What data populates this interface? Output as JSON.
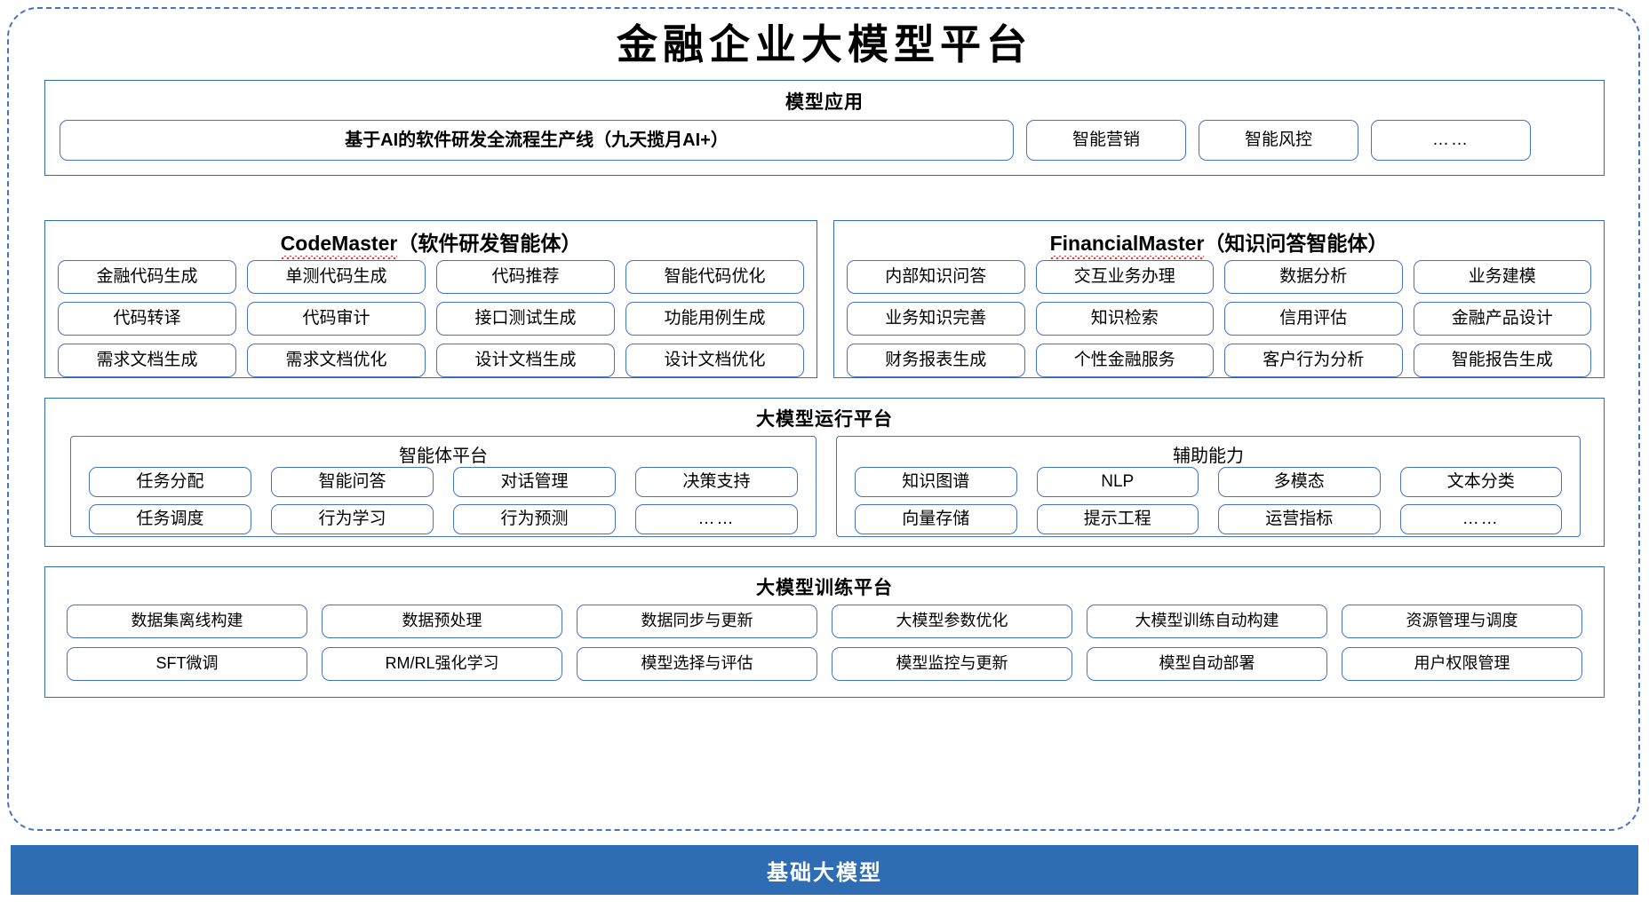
{
  "diagram": {
    "title": "金融企业大模型平台",
    "accent_color": "#2E6DB4",
    "chip_border_color": "#4472C4",
    "frame_color": "#4472C4"
  },
  "model_application": {
    "title": "模型应用",
    "primary_item": "基于AI的软件研发全流程生产线（九天揽月AI+）",
    "items": [
      "智能营销",
      "智能风控",
      "……"
    ]
  },
  "code_master": {
    "name": "CodeMaster",
    "suffix": "（软件研发智能体）",
    "items": [
      "金融代码生成",
      "单测代码生成",
      "代码推荐",
      "智能代码优化",
      "代码转译",
      "代码审计",
      "接口测试生成",
      "功能用例生成",
      "需求文档生成",
      "需求文档优化",
      "设计文档生成",
      "设计文档优化"
    ]
  },
  "financial_master": {
    "name": "FinancialMaster",
    "suffix": "（知识问答智能体）",
    "items": [
      "内部知识问答",
      "交互业务办理",
      "数据分析",
      "业务建模",
      "业务知识完善",
      "知识检索",
      "信用评估",
      "金融产品设计",
      "财务报表生成",
      "个性金融服务",
      "客户行为分析",
      "智能报告生成"
    ]
  },
  "runtime_platform": {
    "title": "大模型运行平台",
    "agent_platform": {
      "title": "智能体平台",
      "items": [
        "任务分配",
        "智能问答",
        "对话管理",
        "决策支持",
        "任务调度",
        "行为学习",
        "行为预测",
        "……"
      ]
    },
    "auxiliary": {
      "title": "辅助能力",
      "items": [
        "知识图谱",
        "NLP",
        "多模态",
        "文本分类",
        "向量存储",
        "提示工程",
        "运营指标",
        "……"
      ]
    }
  },
  "training_platform": {
    "title": "大模型训练平台",
    "items": [
      "数据集离线构建",
      "数据预处理",
      "数据同步与更新",
      "大模型参数优化",
      "大模型训练自动构建",
      "资源管理与调度",
      "SFT微调",
      "RM/RL强化学习",
      "模型选择与评估",
      "模型监控与更新",
      "模型自动部署",
      "用户权限管理"
    ]
  },
  "base_model": {
    "label": "基础大模型"
  }
}
